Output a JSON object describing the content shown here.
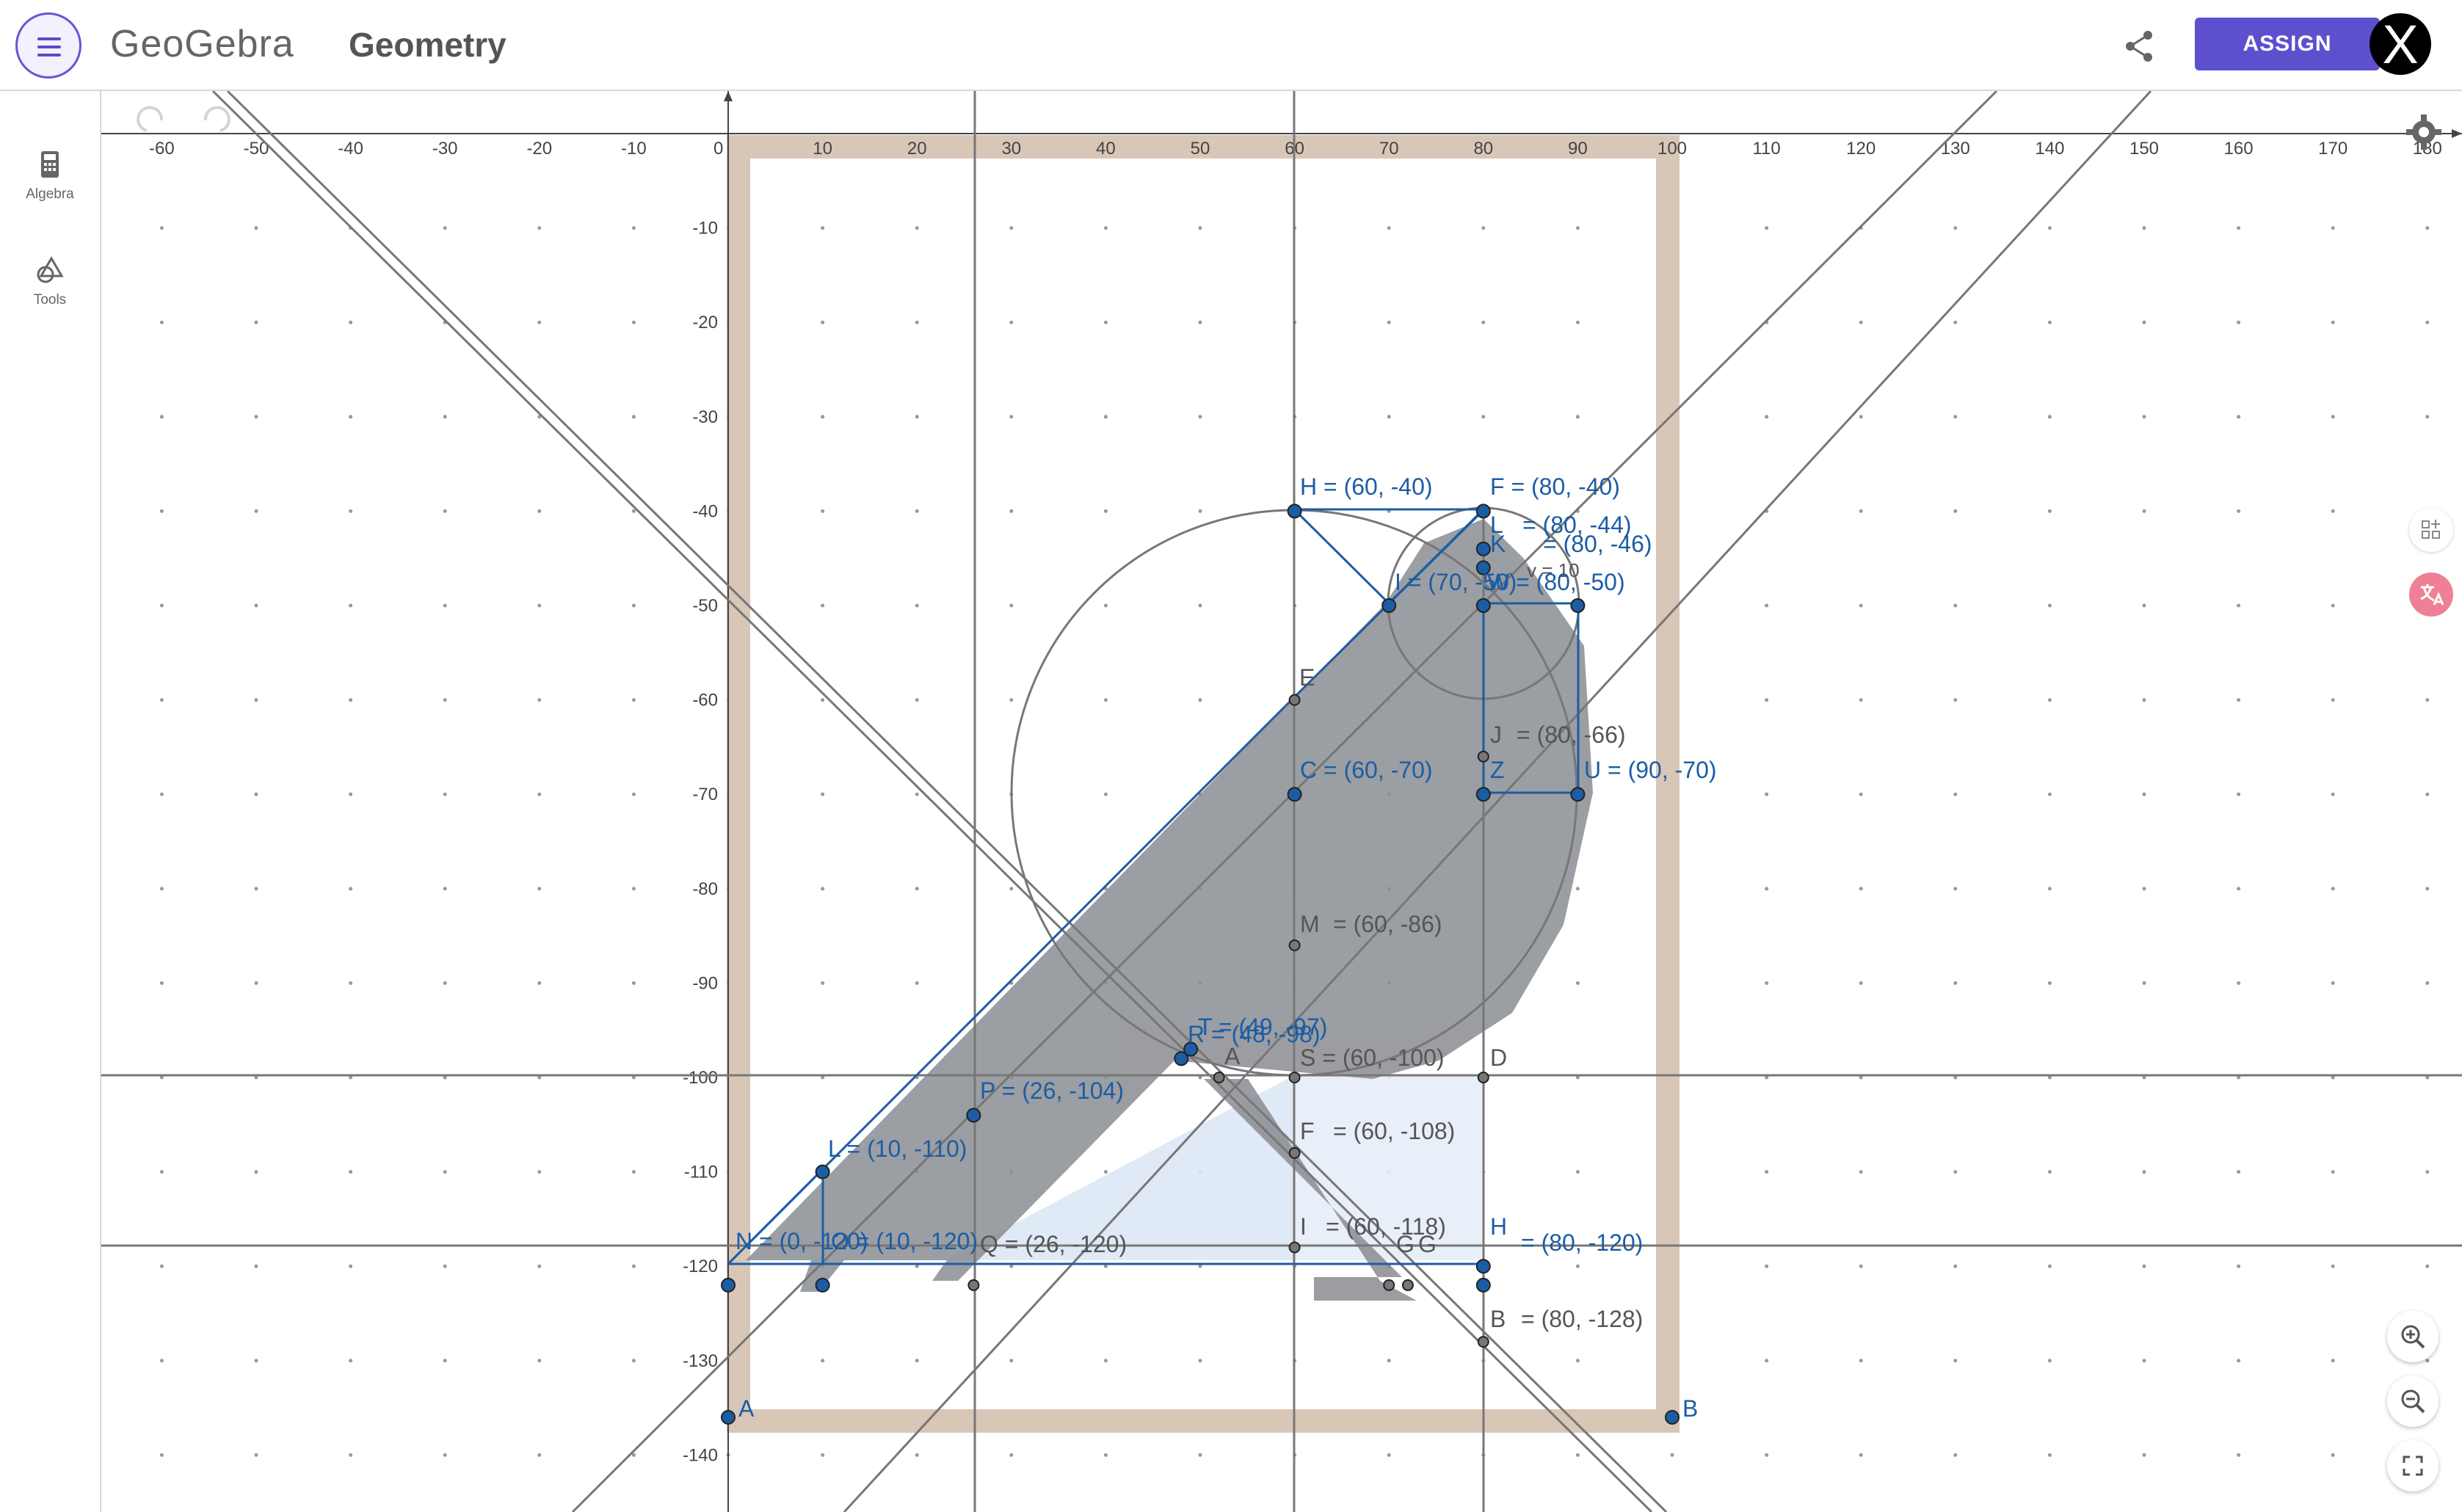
{
  "header": {
    "logo": "GeoGebra",
    "title": "Geometry",
    "assign_label": "ASSIGN",
    "avatar_letter": "X"
  },
  "sidebar": {
    "items": [
      {
        "label": "Algebra",
        "icon": "calculator-icon"
      },
      {
        "label": "Tools",
        "icon": "shapes-icon"
      }
    ]
  },
  "axes": {
    "x_ticks": [
      "-60",
      "-50",
      "-40",
      "-30",
      "-20",
      "-10",
      "0",
      "10",
      "20",
      "30",
      "40",
      "50",
      "60",
      "70",
      "80",
      "90",
      "100",
      "110",
      "120",
      "130",
      "140",
      "150",
      "160",
      "170",
      "180"
    ],
    "y_ticks": [
      "-10",
      "-20",
      "-30",
      "-40",
      "-50",
      "-60",
      "-70",
      "-80",
      "-90",
      "-100",
      "-110",
      "-120",
      "-130",
      "-140"
    ]
  },
  "points": {
    "H": "H = (60, -40)",
    "F": "F = (80, -40)",
    "L1": "L",
    "L1_val": "= (80, -44)",
    "K1": "K",
    "K1_val": "= (80, -46)",
    "I": "I = (70, -50)",
    "W": "W = (80, -50)",
    "E1": "E",
    "J1": "J",
    "J1_val": "= (80, -66)",
    "C": "C = (60, -70)",
    "Z": "Z",
    "U": "U = (90, -70)",
    "M1": "M",
    "M1_val": "= (60, -86)",
    "T": "T = (49, -97)",
    "R": "R = (48, -98)",
    "A1": "A",
    "S": "S = (60, -100)",
    "D1": "D",
    "P": "P = (26, -104)",
    "F1": "F",
    "F1_val": "= (60, -108)",
    "L": "L = (10, -110)",
    "I1": "I",
    "I1_val": "= (60, -118)",
    "N": "N = (0, -120)",
    "O": "O = (10, -120)",
    "Q": "Q = (26, -120)",
    "G": "G",
    "G1": "G",
    "H1": "H",
    "H1_val": "= (80, -120)",
    "B1": "B",
    "B1_val": "= (80, -128)",
    "A": "A",
    "B": "B",
    "v": "v = 10"
  },
  "colors": {
    "accent": "#5c50cf",
    "point_blue": "#1b5da5",
    "bird_gray": "#8a8d92",
    "frame": "#d8c6b7",
    "fill_light": "#dde7f5"
  }
}
